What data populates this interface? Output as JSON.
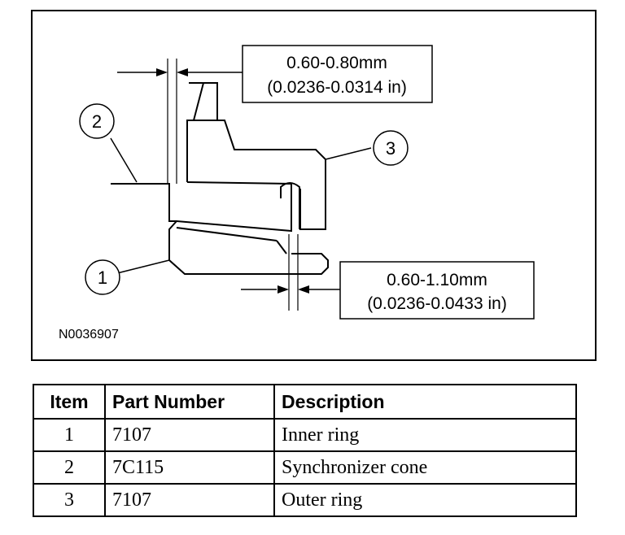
{
  "figure": {
    "reference_code": "N0036907",
    "callouts": [
      "1",
      "2",
      "3"
    ],
    "dimension_top": {
      "metric": "0.60-0.80mm",
      "imperial": "(0.0236-0.0314 in)"
    },
    "dimension_bottom": {
      "metric": "0.60-1.10mm",
      "imperial": "(0.0236-0.0433 in)"
    }
  },
  "table": {
    "headers": [
      "Item",
      "Part Number",
      "Description"
    ],
    "rows": [
      [
        "1",
        "7107",
        "Inner ring"
      ],
      [
        "2",
        "7C115",
        "Synchronizer cone"
      ],
      [
        "3",
        "7107",
        "Outer ring"
      ]
    ]
  }
}
